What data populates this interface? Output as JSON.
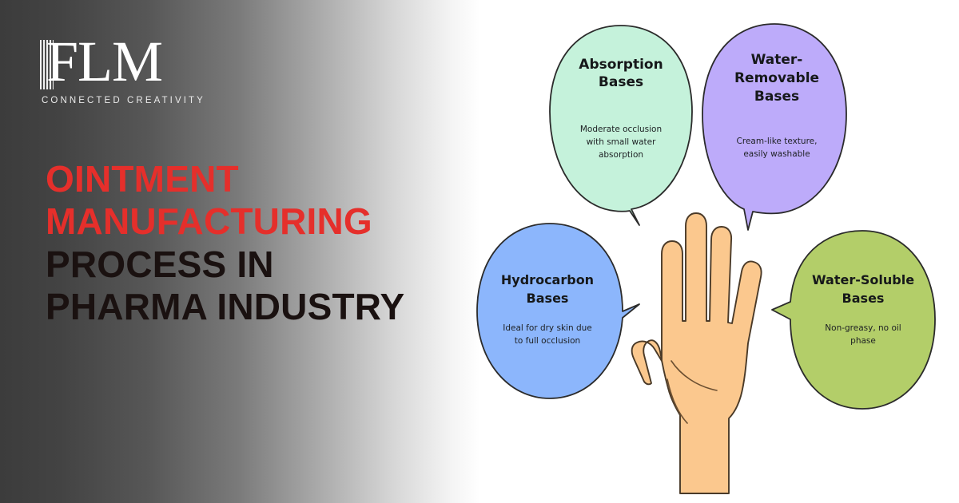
{
  "brand": {
    "logo_text": "FLM",
    "tagline": "CONNECTED CREATIVITY",
    "logo_icon": "column-mark-icon"
  },
  "headline": {
    "line1": "OINTMENT",
    "line2": "MANUFACTURING",
    "line3": "PROCESS IN",
    "line4": "PHARMA INDUSTRY",
    "accent_color": "#e52f2b",
    "dark_color": "#1a1110"
  },
  "background": {
    "gradient_from": "#3c3c3c",
    "gradient_to": "#ffffff",
    "right_panel": "#ffffff"
  },
  "diagram": {
    "center_graphic": "open-hand-icon",
    "hand_fill": "#fbc88e",
    "hand_stroke": "#4a3a28",
    "bubbles": [
      {
        "id": "absorption-bases",
        "title_line1": "Absorption",
        "title_line2": "Bases",
        "desc_line1": "Moderate occlusion",
        "desc_line2": "with small water",
        "desc_line3": "absorption",
        "fill": "#c5f2db",
        "stroke": "#2b2b2b"
      },
      {
        "id": "water-removable-bases",
        "title_line1": "Water-",
        "title_line2": "Removable",
        "title_line3": "Bases",
        "desc_line1": "Cream-like texture,",
        "desc_line2": "easily washable",
        "fill": "#bdabfa",
        "stroke": "#2b2b2b"
      },
      {
        "id": "hydrocarbon-bases",
        "title_line1": "Hydrocarbon",
        "title_line2": "Bases",
        "desc_line1": "Ideal for dry skin due",
        "desc_line2": "to full occlusion",
        "fill": "#8cb6fc",
        "stroke": "#2b2b2b"
      },
      {
        "id": "water-soluble-bases",
        "title_line1": "Water-Soluble",
        "title_line2": "Bases",
        "desc_line1": "Non-greasy, no oil",
        "desc_line2": "phase",
        "fill": "#b3ce69",
        "stroke": "#2b2b2b"
      }
    ]
  }
}
